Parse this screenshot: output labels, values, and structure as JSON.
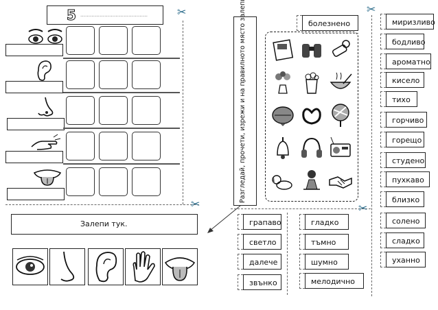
{
  "page": {
    "number": "5",
    "number_line": "……………………………………",
    "instruction": "Разгледай, прочети, изрежи и на правилното място залепи.",
    "glue_here": "Залепи тук."
  },
  "sense_icons": [
    "eyes-icon",
    "ear-icon",
    "nose-icon",
    "hand-icon",
    "tongue-icon"
  ],
  "bottom_organs": [
    "eye-icon",
    "nose-icon",
    "ear-icon",
    "hand-icon",
    "mouth-icon"
  ],
  "picture_grid": [
    [
      "books-icon",
      "binoculars-icon",
      "flashlight-icon"
    ],
    [
      "flowers-icon",
      "popcorn-icon",
      "soup-bowl-icon"
    ],
    [
      "watermelon-icon",
      "pretzel-icon",
      "lollipop-icon"
    ],
    [
      "bell-icon",
      "headphones-icon",
      "radio-icon"
    ],
    [
      "puppy-icon",
      "girl-icon",
      "handshake-icon"
    ]
  ],
  "words_top": [
    "болезнено"
  ],
  "words_right": [
    "миризливо",
    "бодливо",
    "ароматно",
    "кисело",
    "тихо",
    "горчиво",
    "горещо",
    "студено",
    "пухкаво",
    "близко",
    "солено",
    "сладко",
    "уханно"
  ],
  "words_bottom_left": [
    "грапаво",
    "светло",
    "далече",
    "звънко"
  ],
  "words_bottom_right": [
    "гладко",
    "тъмно",
    "шумно",
    "мелодично"
  ]
}
